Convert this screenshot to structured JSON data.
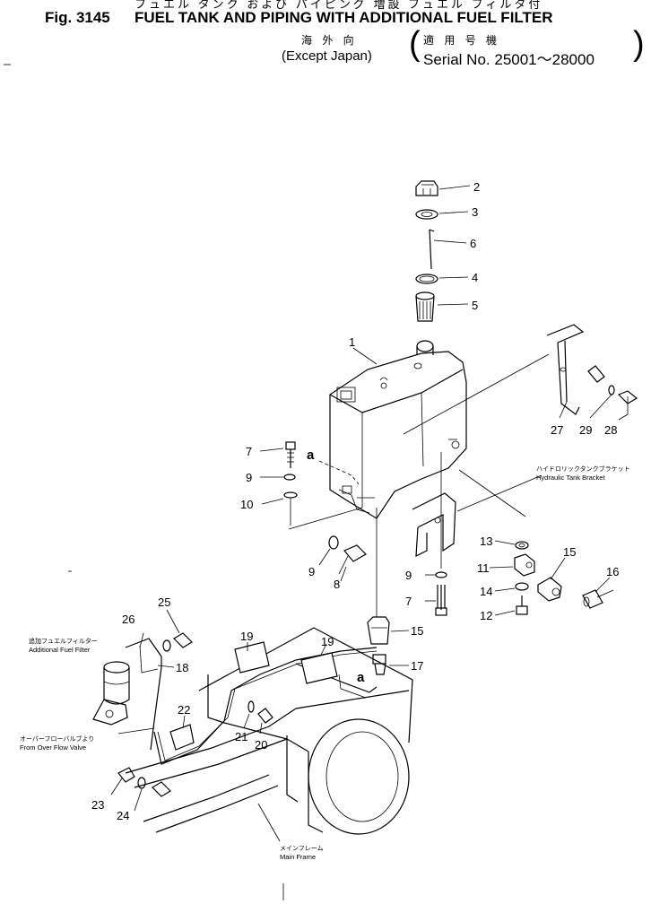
{
  "header": {
    "jp_title": "フュエル タンク および パイピング 増設 フュエル フィルタ付",
    "figure_number": "Fig. 3145",
    "title": "FUEL TANK AND PIPING WITH ADDITIONAL FUEL FILTER",
    "jp_region": "海 外 向",
    "region": "(Except Japan)",
    "jp_serial": "適 用 号 機",
    "serial": "Serial No. 25001～28000"
  },
  "callouts": {
    "n1": "1",
    "n2": "2",
    "n3": "3",
    "n4": "4",
    "n5": "5",
    "n6": "6",
    "n7a": "7",
    "n7b": "7",
    "n8": "8",
    "n9a": "9",
    "n9b": "9",
    "n9c": "9",
    "n10": "10",
    "n11": "11",
    "n12": "12",
    "n13": "13",
    "n14": "14",
    "n15a": "15",
    "n15b": "15",
    "n16": "16",
    "n17": "17",
    "n18": "18",
    "n19a": "19",
    "n19b": "19",
    "n20": "20",
    "n21": "21",
    "n22": "22",
    "n23": "23",
    "n24": "24",
    "n25": "25",
    "n26": "26",
    "n27": "27",
    "n28": "28",
    "n29": "29",
    "ref_a1": "a",
    "ref_a2": "a"
  },
  "labels": {
    "hydraulic_bracket_jp": "ハイドロリックタンクブラケット",
    "hydraulic_bracket_en": "Hydraulic Tank Bracket",
    "fuel_filter_jp": "追加フュエルフィルター",
    "fuel_filter_en": "Additional Fuel Filter",
    "overflow_jp": "オーバーフローバルブより",
    "overflow_en": "From Over Flow Valve",
    "main_frame_jp": "メインフレーム",
    "main_frame_en": "Main Frame"
  }
}
